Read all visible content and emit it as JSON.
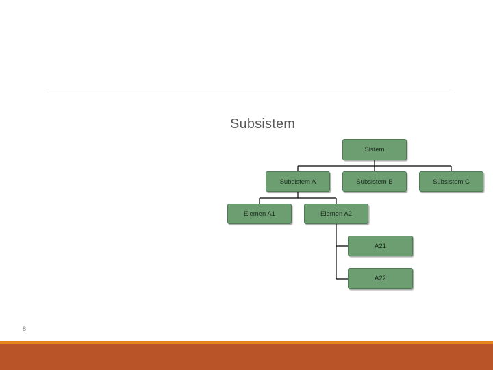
{
  "slide": {
    "title": "Subsistem",
    "page_number": "8"
  },
  "colors": {
    "node_fill": "#6c9e72",
    "node_border": "#4f7a54",
    "connector": "#000000",
    "footer_orange": "#e8821e",
    "footer_brown": "#b95428",
    "rule": "#bfbfbf"
  },
  "diagram": {
    "root": "Sistem",
    "level1": [
      "Subsistem A",
      "Subsistem B",
      "Subsistem C"
    ],
    "level2": [
      "Elemen A1",
      "Elemen A2"
    ],
    "level3": [
      "A21",
      "A22"
    ]
  }
}
